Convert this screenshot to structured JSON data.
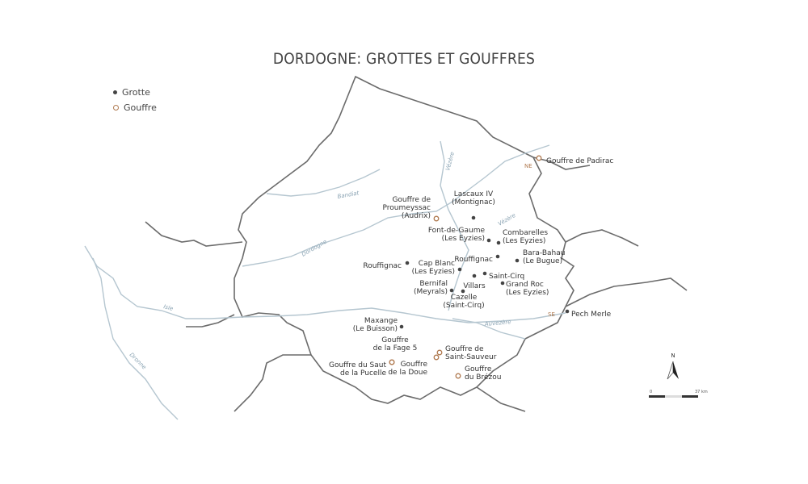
{
  "title": "DORDOGNE: GROTTES ET GOUFFRES",
  "legend": [
    {
      "label": "Grotte",
      "symbol": "dot",
      "color": "#444444"
    },
    {
      "label": "Gouffre",
      "symbol": "ring",
      "color": "#b07a50"
    }
  ],
  "colors": {
    "grotte": "#444444",
    "gouffre": "#b07a50",
    "border": "#6b6b6b",
    "river": "#b5c6d0"
  },
  "rivers": [
    "Bandiat",
    "Vézère",
    "Dordogne",
    "Isle",
    "Dronne",
    "Auvezère",
    "Vézère"
  ],
  "direction_labels": [
    "NE",
    "SE"
  ],
  "sites": [
    {
      "type": "gouffre",
      "lines": [
        "Gouffre de Padirac"
      ]
    },
    {
      "type": "grotte",
      "lines": [
        "Lascaux IV",
        "(Montignac)"
      ]
    },
    {
      "type": "gouffre",
      "lines": [
        "Gouffre de",
        "Proumeyssac",
        "(Audrix)"
      ]
    },
    {
      "type": "grotte",
      "lines": [
        "Font-de-Gaume",
        "(Les Eyzies)"
      ]
    },
    {
      "type": "grotte",
      "lines": [
        "Combarelles",
        "(Les Eyzies)"
      ]
    },
    {
      "type": "grotte",
      "lines": [
        "Rouffignac"
      ]
    },
    {
      "type": "grotte",
      "lines": [
        "Rouffignac"
      ]
    },
    {
      "type": "grotte",
      "lines": [
        "Bara-Bahau",
        "(Le Bugue)"
      ]
    },
    {
      "type": "grotte",
      "lines": [
        "Cap Blanc",
        "(Les Eyzies)"
      ]
    },
    {
      "type": "grotte",
      "lines": [
        "Saint-Cirq"
      ]
    },
    {
      "type": "grotte",
      "lines": [
        "Villars"
      ]
    },
    {
      "type": "grotte",
      "lines": [
        "Grand Roc",
        "(Les Eyzies)"
      ]
    },
    {
      "type": "grotte",
      "lines": [
        "Bernifal",
        "(Meyrals)"
      ]
    },
    {
      "type": "grotte",
      "lines": [
        "Cazelle",
        "(Saint-Cirq)"
      ]
    },
    {
      "type": "grotte",
      "lines": [
        "Pech Merle"
      ]
    },
    {
      "type": "grotte",
      "lines": [
        "Maxange",
        "(Le Buisson)"
      ]
    },
    {
      "type": "gouffre",
      "lines": [
        "Gouffre",
        "de la Fage 5"
      ]
    },
    {
      "type": "gouffre",
      "lines": [
        "Gouffre de",
        "Saint-Sauveur"
      ]
    },
    {
      "type": "gouffre",
      "lines": [
        "Gouffre du Saut",
        "de la Pucelle"
      ]
    },
    {
      "type": "gouffre",
      "lines": [
        "Gouffre",
        "de la Doue"
      ]
    },
    {
      "type": "gouffre",
      "lines": [
        "Gouffre",
        "du Brézou"
      ]
    }
  ],
  "north_arrow": "N",
  "scale": {
    "start": "0",
    "end": "37 km"
  }
}
